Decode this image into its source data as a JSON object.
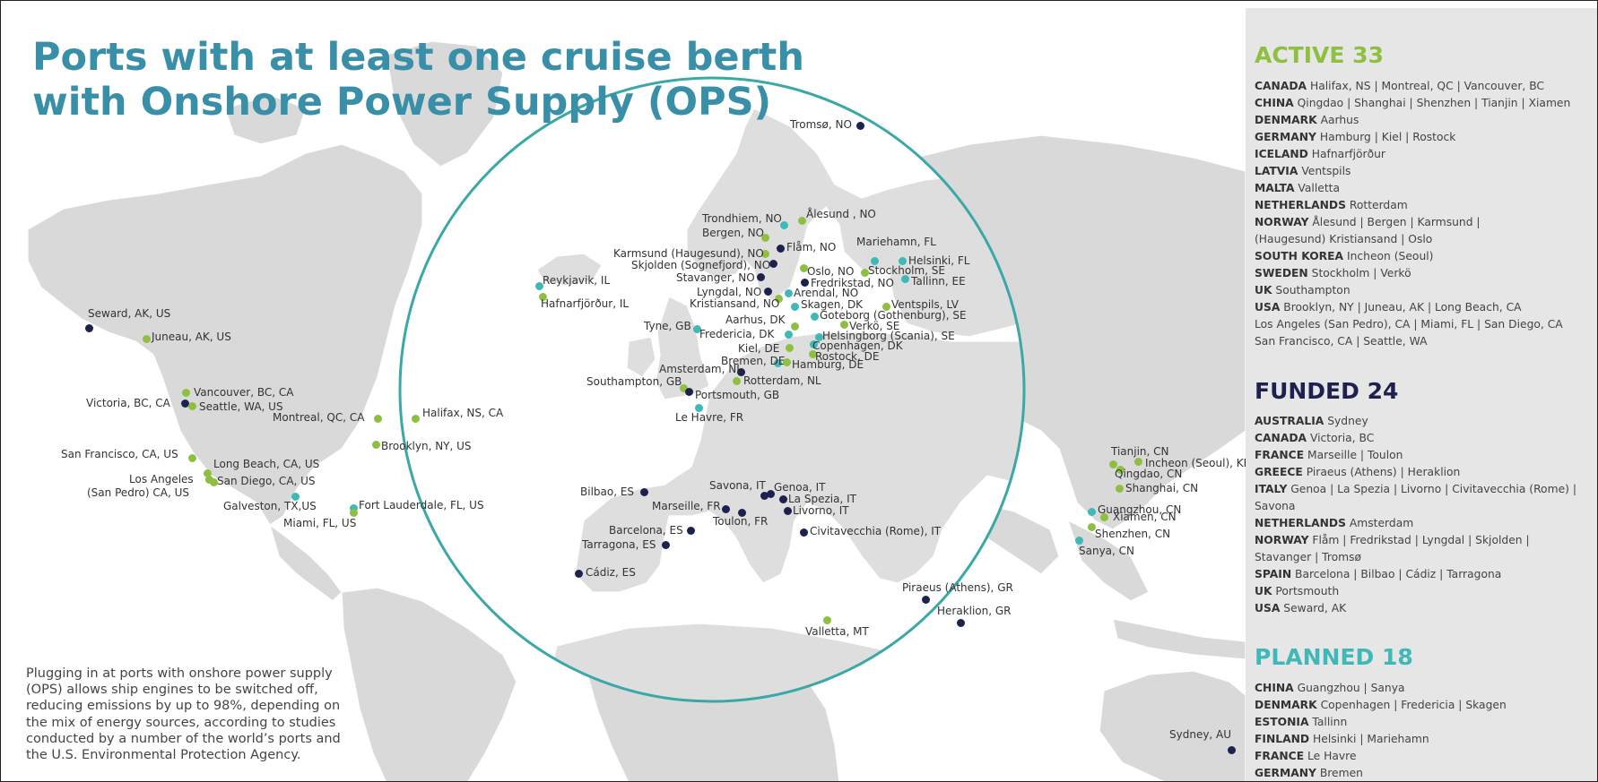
{
  "title_line1": "Ports with at least one cruise berth",
  "title_line2": "with Onshore Power Supply (OPS)",
  "note": "Plugging in at ports with onshore power supply (OPS) allows ship engines to be switched off, reducing emissions by up to 98%, depending on the mix of energy sources, according to studies conducted by a number of the world’s ports and the U.S. Environmental Protection Agency.",
  "colors": {
    "active": "#8dc040",
    "funded": "#1c2150",
    "planned": "#3fb8b7",
    "title": "#3a8fa8",
    "panel": "#e6e6e6"
  },
  "ports": [
    {
      "label": "Seward, AK, US",
      "status": "funded"
    },
    {
      "label": "Juneau, AK, US",
      "status": "active"
    },
    {
      "label": "Vancouver, BC, CA",
      "status": "active"
    },
    {
      "label": "Victoria, BC, CA",
      "status": "funded"
    },
    {
      "label": "Seattle, WA, US",
      "status": "active"
    },
    {
      "label": "Montreal, QC, CA",
      "status": "active"
    },
    {
      "label": "Halifax, NS, CA",
      "status": "active"
    },
    {
      "label": "Brooklyn, NY, US",
      "status": "active"
    },
    {
      "label": "San Francisco, CA, US",
      "status": "active"
    },
    {
      "label": "Long Beach, CA, US",
      "status": "active"
    },
    {
      "label": "Los Angeles",
      "status": "active"
    },
    {
      "label": "(San Pedro) CA, US",
      "status": "active"
    },
    {
      "label": "San Diego, CA, US",
      "status": "active"
    },
    {
      "label": "Galveston, TX,US",
      "status": "planned"
    },
    {
      "label": "Fort Lauderdale, FL, US",
      "status": "planned"
    },
    {
      "label": "Miami, FL, US",
      "status": "active"
    },
    {
      "label": "Tromsø, NO",
      "status": "funded"
    },
    {
      "label": "Ålesund , NO",
      "status": "active"
    },
    {
      "label": "Trondhiem, NO",
      "status": "planned"
    },
    {
      "label": "Bergen, NO",
      "status": "active"
    },
    {
      "label": "Karmsund (Haugesund), NO",
      "status": "active"
    },
    {
      "label": "Flåm, NO",
      "status": "funded"
    },
    {
      "label": "Skjolden (Sognefjord), NO",
      "status": "funded"
    },
    {
      "label": "Stavanger, NO",
      "status": "funded"
    },
    {
      "label": "Mariehamn, FL",
      "status": "planned"
    },
    {
      "label": "Helsinki, FL",
      "status": "planned"
    },
    {
      "label": "Oslo, NO",
      "status": "active"
    },
    {
      "label": "Stockholm, SE",
      "status": "active"
    },
    {
      "label": "Fredrikstad, NO",
      "status": "funded"
    },
    {
      "label": "Tallinn, EE",
      "status": "planned"
    },
    {
      "label": "Reykjavik, IL",
      "status": "planned"
    },
    {
      "label": "Hafnarfjörður, IL",
      "status": "active"
    },
    {
      "label": "Lyngdal, NO",
      "status": "funded"
    },
    {
      "label": "Arendal, NO",
      "status": "planned"
    },
    {
      "label": "Kristiansand, NO",
      "status": "active"
    },
    {
      "label": "Skagen, DK",
      "status": "planned"
    },
    {
      "label": "Ventspils, LV",
      "status": "active"
    },
    {
      "label": "Goteborg (Gothenburg), SE",
      "status": "planned"
    },
    {
      "label": "Aarhus, DK",
      "status": "active"
    },
    {
      "label": "Verkö, SE",
      "status": "active"
    },
    {
      "label": "Tyne, GB",
      "status": "planned"
    },
    {
      "label": "Fredericia, DK",
      "status": "planned"
    },
    {
      "label": "Helsingborg (Scania), SE",
      "status": "planned"
    },
    {
      "label": "Kiel, DE",
      "status": "active"
    },
    {
      "label": "Copenhagen, DK",
      "status": "planned"
    },
    {
      "label": "Rostock, DE",
      "status": "active"
    },
    {
      "label": "Bremen, DE",
      "status": "planned"
    },
    {
      "label": "Hamburg, DE",
      "status": "active"
    },
    {
      "label": "Amsterdam, NL",
      "status": "funded"
    },
    {
      "label": "Rotterdam, NL",
      "status": "active"
    },
    {
      "label": "Southampton, GB",
      "status": "active"
    },
    {
      "label": "Portsmouth, GB",
      "status": "funded"
    },
    {
      "label": "Le Havre, FR",
      "status": "planned"
    },
    {
      "label": "Savona, IT",
      "status": "funded"
    },
    {
      "label": "Genoa, IT",
      "status": "funded"
    },
    {
      "label": "Bilbao, ES",
      "status": "funded"
    },
    {
      "label": "La Spezia, IT",
      "status": "funded"
    },
    {
      "label": "Marseille, FR",
      "status": "funded"
    },
    {
      "label": "Livorno, IT",
      "status": "funded"
    },
    {
      "label": "Toulon, FR",
      "status": "funded"
    },
    {
      "label": "Barcelona, ES",
      "status": "funded"
    },
    {
      "label": "Civitavecchia (Rome), IT",
      "status": "funded"
    },
    {
      "label": "Tarragona, ES",
      "status": "funded"
    },
    {
      "label": "Cádiz, ES",
      "status": "funded"
    },
    {
      "label": "Piraeus (Athens), GR",
      "status": "funded"
    },
    {
      "label": "Heraklion, GR",
      "status": "funded"
    },
    {
      "label": "Valletta, MT",
      "status": "active"
    },
    {
      "label": "Tianjin, CN",
      "status": "active"
    },
    {
      "label": "Incheon (Seoul), KR",
      "status": "active"
    },
    {
      "label": "Qingdao, CN",
      "status": "active"
    },
    {
      "label": "Shanghai, CN",
      "status": "active"
    },
    {
      "label": "Guangzhou, CN",
      "status": "planned"
    },
    {
      "label": "Xiamen, CN",
      "status": "active"
    },
    {
      "label": "Shenzhen, CN",
      "status": "active"
    },
    {
      "label": "Sanya, CN",
      "status": "planned"
    },
    {
      "label": "Sydney, AU",
      "status": "funded"
    }
  ],
  "legend": {
    "active": {
      "heading": "ACTIVE 33",
      "lines": [
        {
          "country": "CANADA",
          "cities": " Halifax, NS  |  Montreal, QC  |  Vancouver, BC"
        },
        {
          "country": "CHINA",
          "cities": "  Qingdao  |  Shanghai  |  Shenzhen  |  Tianjin  |  Xiamen"
        },
        {
          "country": "DENMARK",
          "cities": " Aarhus"
        },
        {
          "country": "GERMANY",
          "cities": " Hamburg  |  Kiel  |  Rostock"
        },
        {
          "country": "ICELAND",
          "cities": " Hafnarfjörður"
        },
        {
          "country": "LATVIA",
          "cities": " Ventspils"
        },
        {
          "country": "MALTA",
          "cities": " Valletta"
        },
        {
          "country": "NETHERLANDS",
          "cities": " Rotterdam"
        },
        {
          "country": "NORWAY",
          "cities": " Ålesund  |  Bergen  |  Karmsund  |"
        },
        {
          "country": "",
          "cities": "(Haugesund) Kristiansand   |  Oslo"
        },
        {
          "country": "SOUTH KOREA",
          "cities": " Incheon (Seoul)"
        },
        {
          "country": "SWEDEN",
          "cities": " Stockholm   |  Verkö"
        },
        {
          "country": "UK",
          "cities": " Southampton"
        },
        {
          "country": "USA",
          "cities": " Brooklyn, NY  |  Juneau, AK  |  Long Beach, CA"
        },
        {
          "country": "",
          "cities": "Los Angeles (San Pedro), CA  |  Miami, FL  |  San Diego, CA"
        },
        {
          "country": "",
          "cities": "San Francisco, CA  |  Seattle, WA"
        }
      ]
    },
    "funded": {
      "heading": "FUNDED 24",
      "lines": [
        {
          "country": "AUSTRALIA",
          "cities": " Sydney"
        },
        {
          "country": "CANADA",
          "cities": " Victoria, BC"
        },
        {
          "country": "FRANCE",
          "cities": " Marseille  |  Toulon"
        },
        {
          "country": "GREECE",
          "cities": " Piraeus (Athens)  |  Heraklion"
        },
        {
          "country": "ITALY",
          "cities": " Genoa  |  La Spezia  |  Livorno  |  Civitavecchia (Rome)  |"
        },
        {
          "country": "",
          "cities": "Savona"
        },
        {
          "country": "NETHERLANDS",
          "cities": " Amsterdam"
        },
        {
          "country": "NORWAY",
          "cities": " Flåm  |  Fredrikstad  |  Lyngdal  |  Skjolden |"
        },
        {
          "country": "",
          "cities": "Stavanger  |  Tromsø"
        },
        {
          "country": "SPAIN",
          "cities": " Barcelona  |  Bilbao  |  Cádiz  |  Tarragona"
        },
        {
          "country": "UK",
          "cities": " Portsmouth"
        },
        {
          "country": "USA",
          "cities": " Seward, AK"
        }
      ]
    },
    "planned": {
      "heading": "PLANNED 18",
      "lines": [
        {
          "country": "CHINA",
          "cities": " Guangzhou  |  Sanya"
        },
        {
          "country": "DENMARK",
          "cities": " Copenhagen  |  Fredericia  |  Skagen"
        },
        {
          "country": "ESTONIA",
          "cities": " Tallinn"
        },
        {
          "country": "FINLAND",
          "cities": " Helsinki  |  Mariehamn"
        },
        {
          "country": "FRANCE",
          "cities": "  Le Havre"
        },
        {
          "country": "GERMANY",
          "cities": " Bremen"
        }
      ]
    }
  }
}
